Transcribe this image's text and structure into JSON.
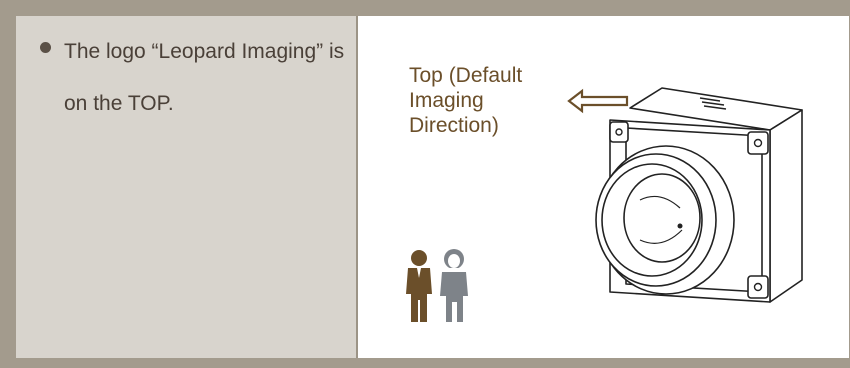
{
  "note": {
    "text": "The logo “Leopard Imaging” is on the TOP."
  },
  "diagram": {
    "top_label": "Top (Default\nImaging\nDirection)"
  },
  "colors": {
    "frame": "#a39b8d",
    "left_cell": "#d8d4cd",
    "label": "#6b4f2a",
    "man": "#6b4f2a",
    "woman": "#7e8389"
  },
  "icons": {
    "arrow": "left-arrow-icon",
    "camera": "camera-module-illustration",
    "people": "people-icon"
  }
}
